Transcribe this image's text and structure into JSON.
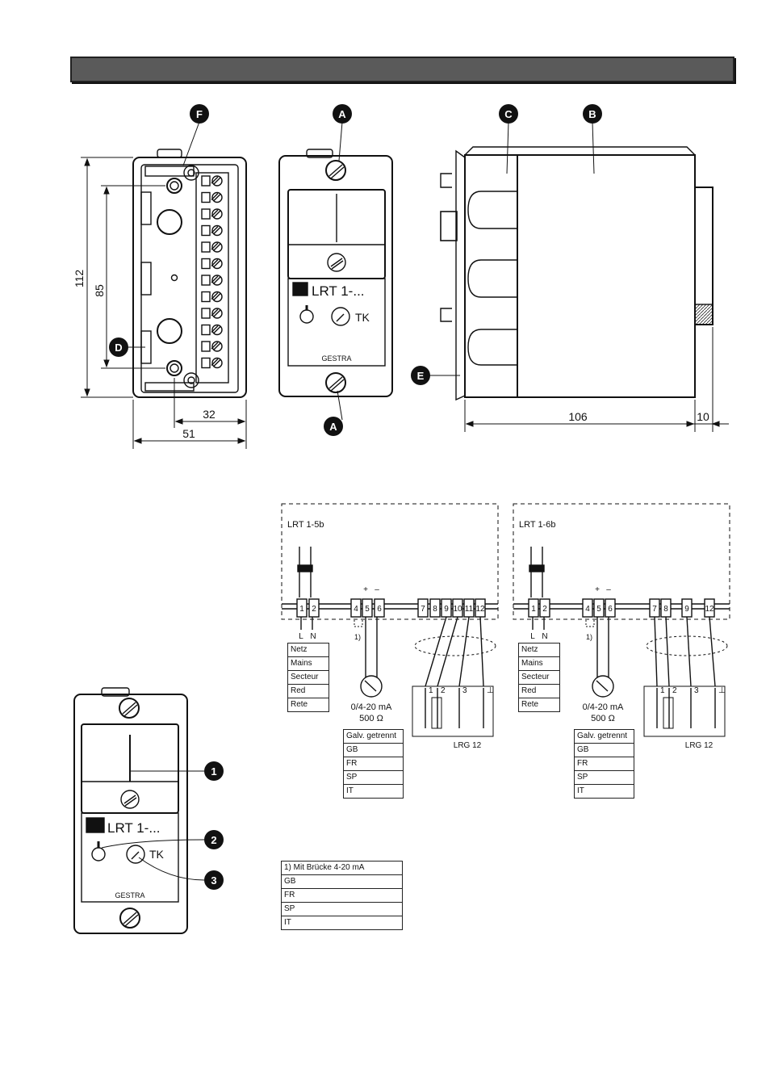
{
  "header": {
    "color": "#5a5a5a"
  },
  "callouts": {
    "A": "A",
    "B": "B",
    "C": "C",
    "D": "D",
    "E": "E",
    "F": "F",
    "n1": "1",
    "n2": "2",
    "n3": "3"
  },
  "dimensions": {
    "height_outer": "112",
    "height_inner": "85",
    "width_inner": "32",
    "width_outer": "51",
    "depth": "106",
    "depth_extra": "10"
  },
  "front_panel": {
    "model": "LRT 1-...",
    "dial_label": "TK",
    "brand": "GESTRA"
  },
  "wiring_left": {
    "title": "LRT 1-5b",
    "terminals": [
      "1",
      "2",
      "4",
      "5",
      "6",
      "7",
      "8",
      "9",
      "10",
      "11",
      "12"
    ],
    "power_labels": [
      "L",
      "N"
    ],
    "polarity": [
      "+",
      "–"
    ],
    "note_ref": "1)",
    "meter_label": "0/4-20 mA",
    "meter_resistance": "500 Ω",
    "probe_pins": [
      "1",
      "2",
      "3",
      "⊥"
    ],
    "probe_name": "LRG 12",
    "mains_table": [
      "Netz",
      "Mains",
      "Secteur",
      "Red",
      "Rete"
    ],
    "galv_table": [
      "Galv. getrennt",
      "GB",
      "FR",
      "SP",
      "IT"
    ]
  },
  "wiring_right": {
    "title": "LRT 1-6b",
    "terminals": [
      "1",
      "2",
      "4",
      "5",
      "6",
      "7",
      "8",
      "9",
      "12"
    ],
    "power_labels": [
      "L",
      "N"
    ],
    "polarity": [
      "+",
      "–"
    ],
    "note_ref": "1)",
    "meter_label": "0/4-20 mA",
    "meter_resistance": "500 Ω",
    "probe_pins": [
      "1",
      "2",
      "3",
      "⊥"
    ],
    "probe_name": "LRG 12",
    "mains_table": [
      "Netz",
      "Mains",
      "Secteur",
      "Red",
      "Rete"
    ],
    "galv_table": [
      "Galv. getrennt",
      "GB",
      "FR",
      "SP",
      "IT"
    ]
  },
  "footnote_table": [
    "1)  Mit Brücke 4-20 mA",
    "GB",
    "FR",
    "SP",
    "IT"
  ]
}
